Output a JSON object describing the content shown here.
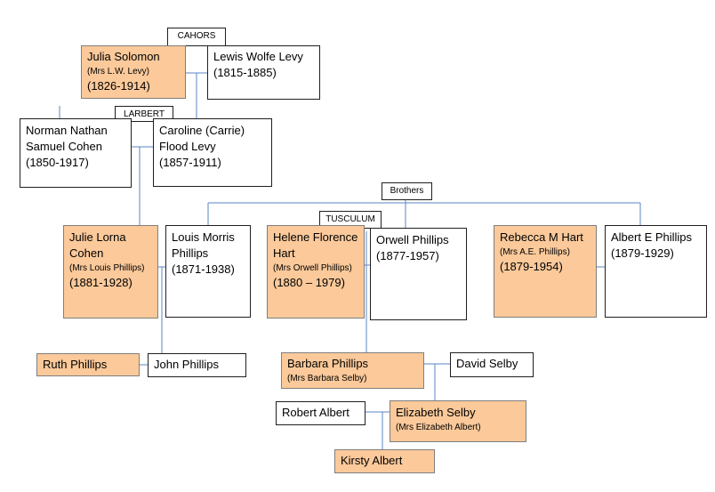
{
  "labels": {
    "cahors": "CAHORS",
    "larbert": "LARBERT",
    "brothers": "Brothers",
    "tusculum": "TUSCULUM"
  },
  "people": {
    "julia_solomon": {
      "name": "Julia Solomon",
      "mrs": "(Mrs L.W. Levy)",
      "years": "(1826-1914)"
    },
    "lewis_wolfe_levy": {
      "name": "Lewis Wolfe Levy",
      "years": "(1815-1885)"
    },
    "norman_cohen": {
      "name": "Norman Nathan Samuel Cohen",
      "years": "(1850-1917)"
    },
    "caroline_levy": {
      "name": "Caroline (Carrie) Flood Levy",
      "years": "(1857-1911)"
    },
    "julie_cohen": {
      "name": "Julie Lorna Cohen",
      "mrs": "(Mrs Louis Phillips)",
      "years": "(1881-1928)"
    },
    "louis_phillips": {
      "name": "Louis Morris Phillips",
      "years": "(1871-1938)"
    },
    "helene_hart": {
      "name": "Helene Florence Hart",
      "mrs": "(Mrs Orwell Phillips)",
      "years": "(1880 – 1979)"
    },
    "orwell_phillips": {
      "name": "Orwell Phillips",
      "years": "(1877-1957)"
    },
    "rebecca_hart": {
      "name": "Rebecca M Hart",
      "mrs": "(Mrs A.E. Phillips)",
      "years": "(1879-1954)"
    },
    "albert_phillips": {
      "name": "Albert E Phillips",
      "years": "(1879-1929)"
    },
    "ruth_phillips": {
      "name": "Ruth Phillips"
    },
    "john_phillips": {
      "name": "John Phillips"
    },
    "barbara_phillips": {
      "name": "Barbara Phillips",
      "mrs": "(Mrs Barbara Selby)"
    },
    "david_selby": {
      "name": "David Selby"
    },
    "robert_albert": {
      "name": "Robert Albert"
    },
    "elizabeth_selby": {
      "name": "Elizabeth Selby",
      "mrs": "(Mrs Elizabeth Albert)"
    },
    "kirsty_albert": {
      "name": "Kirsty Albert"
    }
  },
  "colors": {
    "female_fill": "#fbc99a",
    "connector": "#5b86c5",
    "border": "#1f1f1f"
  }
}
